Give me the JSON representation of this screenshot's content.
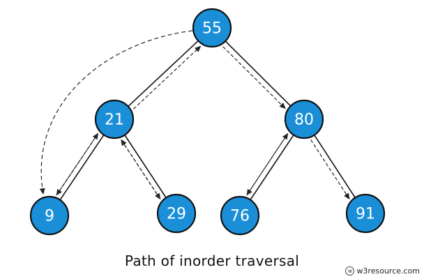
{
  "colors": {
    "node_fill": "#1a8fd8",
    "node_stroke": "#111111",
    "edge": "#111111",
    "path": "#333333",
    "text": "#ffffff"
  },
  "tree": {
    "nodes": [
      {
        "id": "n55",
        "label": "55"
      },
      {
        "id": "n21",
        "label": "21"
      },
      {
        "id": "n80",
        "label": "80"
      },
      {
        "id": "n9",
        "label": "9"
      },
      {
        "id": "n29",
        "label": "29"
      },
      {
        "id": "n76",
        "label": "76"
      },
      {
        "id": "n91",
        "label": "91"
      }
    ],
    "edges": [
      {
        "from": "n55",
        "to": "n21"
      },
      {
        "from": "n55",
        "to": "n80"
      },
      {
        "from": "n21",
        "to": "n9"
      },
      {
        "from": "n21",
        "to": "n29"
      },
      {
        "from": "n80",
        "to": "n76"
      },
      {
        "from": "n80",
        "to": "n91"
      }
    ]
  },
  "caption": "Path of inorder traversal",
  "watermark": {
    "text": "w3resource.com",
    "icon": "w3resource-logo-icon"
  }
}
